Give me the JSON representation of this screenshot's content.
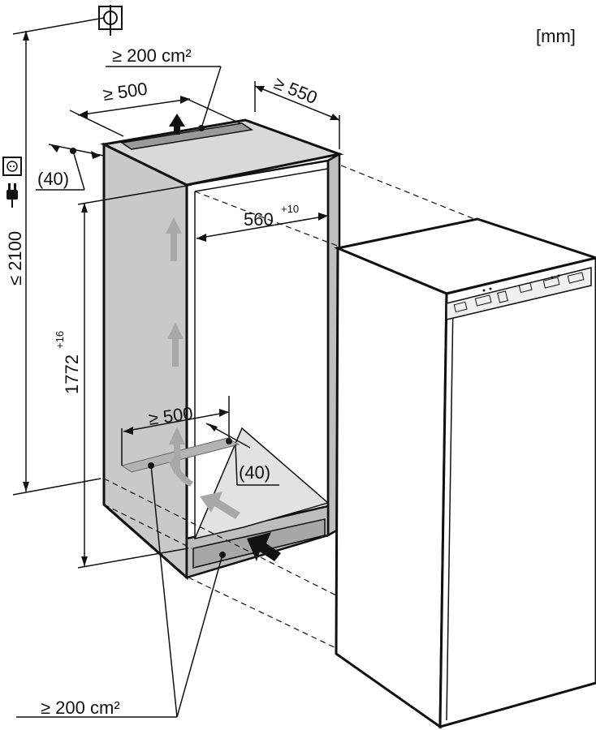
{
  "unit_label": "[mm]",
  "dimensions": {
    "max_height": "≤ 2100",
    "niche_height": "1772",
    "niche_height_tolerance": "+16",
    "niche_width": "560",
    "niche_width_tolerance": "+10",
    "min_depth": "≥ 550",
    "top_vent_length": "≥ 500",
    "top_vent_gap": "(40)",
    "bottom_vent_length": "≥ 500",
    "bottom_vent_gap": "(40)"
  },
  "ventilation": {
    "top_area": "≥ 200 cm²",
    "bottom_area": "≥ 200 cm²"
  },
  "icons": [
    "grounding-symbol",
    "socket-symbol",
    "plug-symbol",
    "airflow-arrow"
  ]
}
